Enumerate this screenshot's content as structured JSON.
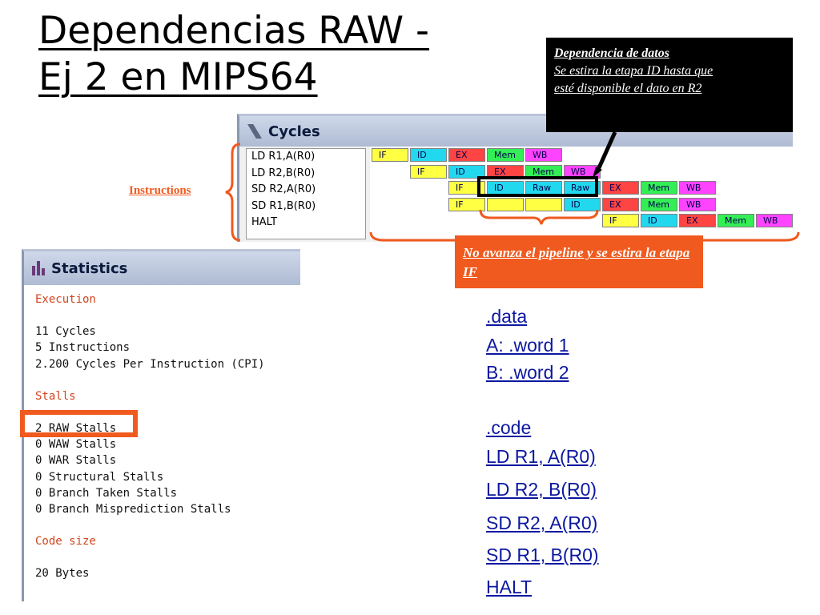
{
  "title": {
    "line1": "Dependencias RAW -",
    "line2": "Ej 2 en MIPS64"
  },
  "callouts": {
    "data_dep_title": "Dependencia de datos",
    "data_dep_text": [
      "Se estira la etapa ID hasta que",
      "esté disponible el dato en R2"
    ],
    "pipeline_note": "No avanza el pipeline y se estira la etapa IF",
    "instructions_label": "Instructions"
  },
  "cycles_window": {
    "title": "Cycles",
    "instructions": [
      "LD R1,A(R0)",
      "LD R2,B(R0)",
      "SD R2,A(R0)",
      "SD R1,B(R0)",
      "HALT"
    ],
    "pipeline_rows": [
      [
        "IF",
        "ID",
        "EX",
        "Mem",
        "WB"
      ],
      [
        "IF",
        "ID",
        "EX",
        "Mem",
        "WB"
      ],
      [
        "IF",
        "ID",
        "Raw",
        "Raw",
        "EX",
        "Mem",
        "WB"
      ],
      [
        "IF",
        "",
        "",
        "ID",
        "EX",
        "Mem",
        "WB"
      ],
      [
        "IF",
        "ID",
        "EX",
        "Mem",
        "WB"
      ]
    ]
  },
  "stats_window": {
    "title": "Statistics",
    "execution_header": "Execution",
    "execution": [
      "11 Cycles",
      "5 Instructions",
      "2.200 Cycles Per Instruction (CPI)"
    ],
    "stalls_header": "Stalls",
    "stalls": [
      "2 RAW Stalls",
      "0 WAW Stalls",
      "0 WAR Stalls",
      "0 Structural Stalls",
      "0 Branch Taken Stalls",
      "0 Branch Misprediction Stalls"
    ],
    "codesize_header": "Code size",
    "codesize": "20 Bytes"
  },
  "code_listing": {
    "data_section": [
      ".data",
      "A: .word 1",
      "B: .word 2"
    ],
    "code_section": [
      ".code",
      "LD R1, A(R0)",
      "LD R2, B(R0)",
      "SD R2, A(R0)",
      "SD R1, B(R0)",
      "HALT"
    ]
  },
  "colors": {
    "accent_orange": "#f05a1e",
    "code_blue": "#0c18a0",
    "stage_IF": "#ffff44",
    "stage_ID": "#22d8ee",
    "stage_EX": "#ff4444",
    "stage_Mem": "#33ee55",
    "stage_WB": "#ff44ff"
  }
}
